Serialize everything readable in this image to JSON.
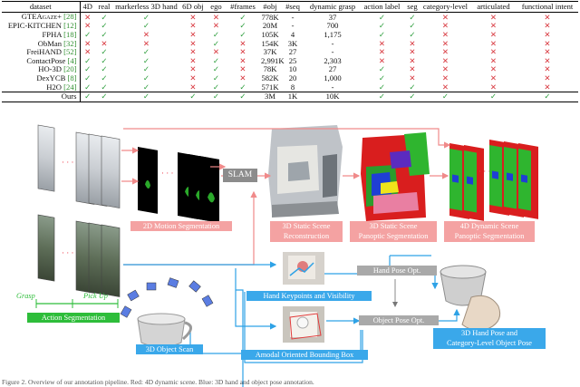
{
  "table": {
    "headers": [
      "dataset",
      "4D",
      "real",
      "markerless 3D hand",
      "6D obj",
      "ego",
      "#frames",
      "#obj",
      "#seq",
      "dynamic grasp",
      "action label",
      "seg",
      "category-level",
      "articulated",
      "functional intent"
    ],
    "rows": [
      {
        "name": "GTEA",
        "sub": "GAZE",
        "suffix": "+",
        "cite": "[28]",
        "cells": [
          "x",
          "v",
          "v",
          "x",
          "x",
          "v",
          "778K",
          "-",
          "37",
          "v",
          "v",
          "x",
          "x",
          "x",
          "x"
        ]
      },
      {
        "name": "EPIC-KITCHEN",
        "sub": "",
        "suffix": "",
        "cite": "[12]",
        "cells": [
          "x",
          "v",
          "v",
          "x",
          "x",
          "v",
          "20M",
          "-",
          "700",
          "v",
          "v",
          "x",
          "x",
          "x",
          "x"
        ]
      },
      {
        "name": "FPHA",
        "sub": "",
        "suffix": "",
        "cite": "[18]",
        "cells": [
          "v",
          "v",
          "x",
          "x",
          "v",
          "v",
          "105K",
          "4",
          "1,175",
          "v",
          "v",
          "x",
          "x",
          "x",
          "x"
        ]
      },
      {
        "name": "ObMan",
        "sub": "",
        "suffix": "",
        "cite": "[32]",
        "cells": [
          "x",
          "x",
          "x",
          "x",
          "v",
          "x",
          "154K",
          "3K",
          "-",
          "x",
          "x",
          "x",
          "x",
          "x",
          "x"
        ]
      },
      {
        "name": "FreiHAND",
        "sub": "",
        "suffix": "",
        "cite": "[52]",
        "cells": [
          "x",
          "v",
          "v",
          "x",
          "x",
          "x",
          "37K",
          "27",
          "-",
          "x",
          "x",
          "x",
          "x",
          "x",
          "x"
        ]
      },
      {
        "name": "ContactPose",
        "sub": "",
        "suffix": "",
        "cite": "[4]",
        "cells": [
          "v",
          "v",
          "v",
          "x",
          "v",
          "x",
          "2,991K",
          "25",
          "2,303",
          "x",
          "x",
          "x",
          "x",
          "x",
          "x"
        ]
      },
      {
        "name": "HO-3D",
        "sub": "",
        "suffix": "",
        "cite": "[20]",
        "cells": [
          "v",
          "v",
          "v",
          "x",
          "v",
          "x",
          "78K",
          "10",
          "27",
          "v",
          "x",
          "x",
          "x",
          "x",
          "x"
        ]
      },
      {
        "name": "DexYCB",
        "sub": "",
        "suffix": "",
        "cite": "[8]",
        "cells": [
          "v",
          "v",
          "v",
          "x",
          "v",
          "x",
          "582K",
          "20",
          "1,000",
          "v",
          "x",
          "x",
          "x",
          "x",
          "x"
        ]
      },
      {
        "name": "H2O",
        "sub": "",
        "suffix": "",
        "cite": "[24]",
        "cells": [
          "v",
          "v",
          "v",
          "x",
          "v",
          "v",
          "571K",
          "8",
          "-",
          "v",
          "v",
          "x",
          "x",
          "x",
          "x"
        ]
      },
      {
        "name": "Ours",
        "sub": "",
        "suffix": "",
        "cite": "",
        "cells": [
          "v",
          "v",
          "v",
          "v",
          "v",
          "v",
          "3M",
          "1K",
          "10K",
          "v",
          "v",
          "v",
          "v",
          "v",
          "v"
        ]
      }
    ]
  },
  "figure": {
    "grasp_label": "Grasp",
    "pickup_label": "Pick Up",
    "action_segmentation": "Action Segmentation",
    "motion_segmentation": "2D Motion Segmentation",
    "slam": "SLAM",
    "static_recon_1": "3D Static Scene",
    "static_recon_2": "Reconstruction",
    "static_pan_1": "3D Static Scene",
    "static_pan_2": "Panoptic Segmentation",
    "dynamic_pan_1": "4D Dynamic Scene",
    "dynamic_pan_2": "Panoptic Segmentation",
    "hand_keypoints": "Hand Keypoints and Visibility",
    "hand_pose_opt": "Hand Pose Opt.",
    "object_scan": "3D Object Scan",
    "amodal_box": "Amodal Oriented Bounding Box",
    "object_pose_opt": "Object Pose Opt.",
    "final_1": "3D Hand Pose and",
    "final_2": "Category-Level Object Pose",
    "caption_fragment": "Figure 2. Overview of our annotation pipeline. Red: 4D dynamic scene. Blue: 3D hand and object pose annotation."
  },
  "colors": {
    "check": "#2a9c3a",
    "cross": "#d8383f",
    "pink": "#f4a2a2",
    "blue": "#3aa8ea",
    "green": "#2ebd3a",
    "arrow_pink": "#f08a8a",
    "arrow_blue": "#2ea2e6"
  }
}
